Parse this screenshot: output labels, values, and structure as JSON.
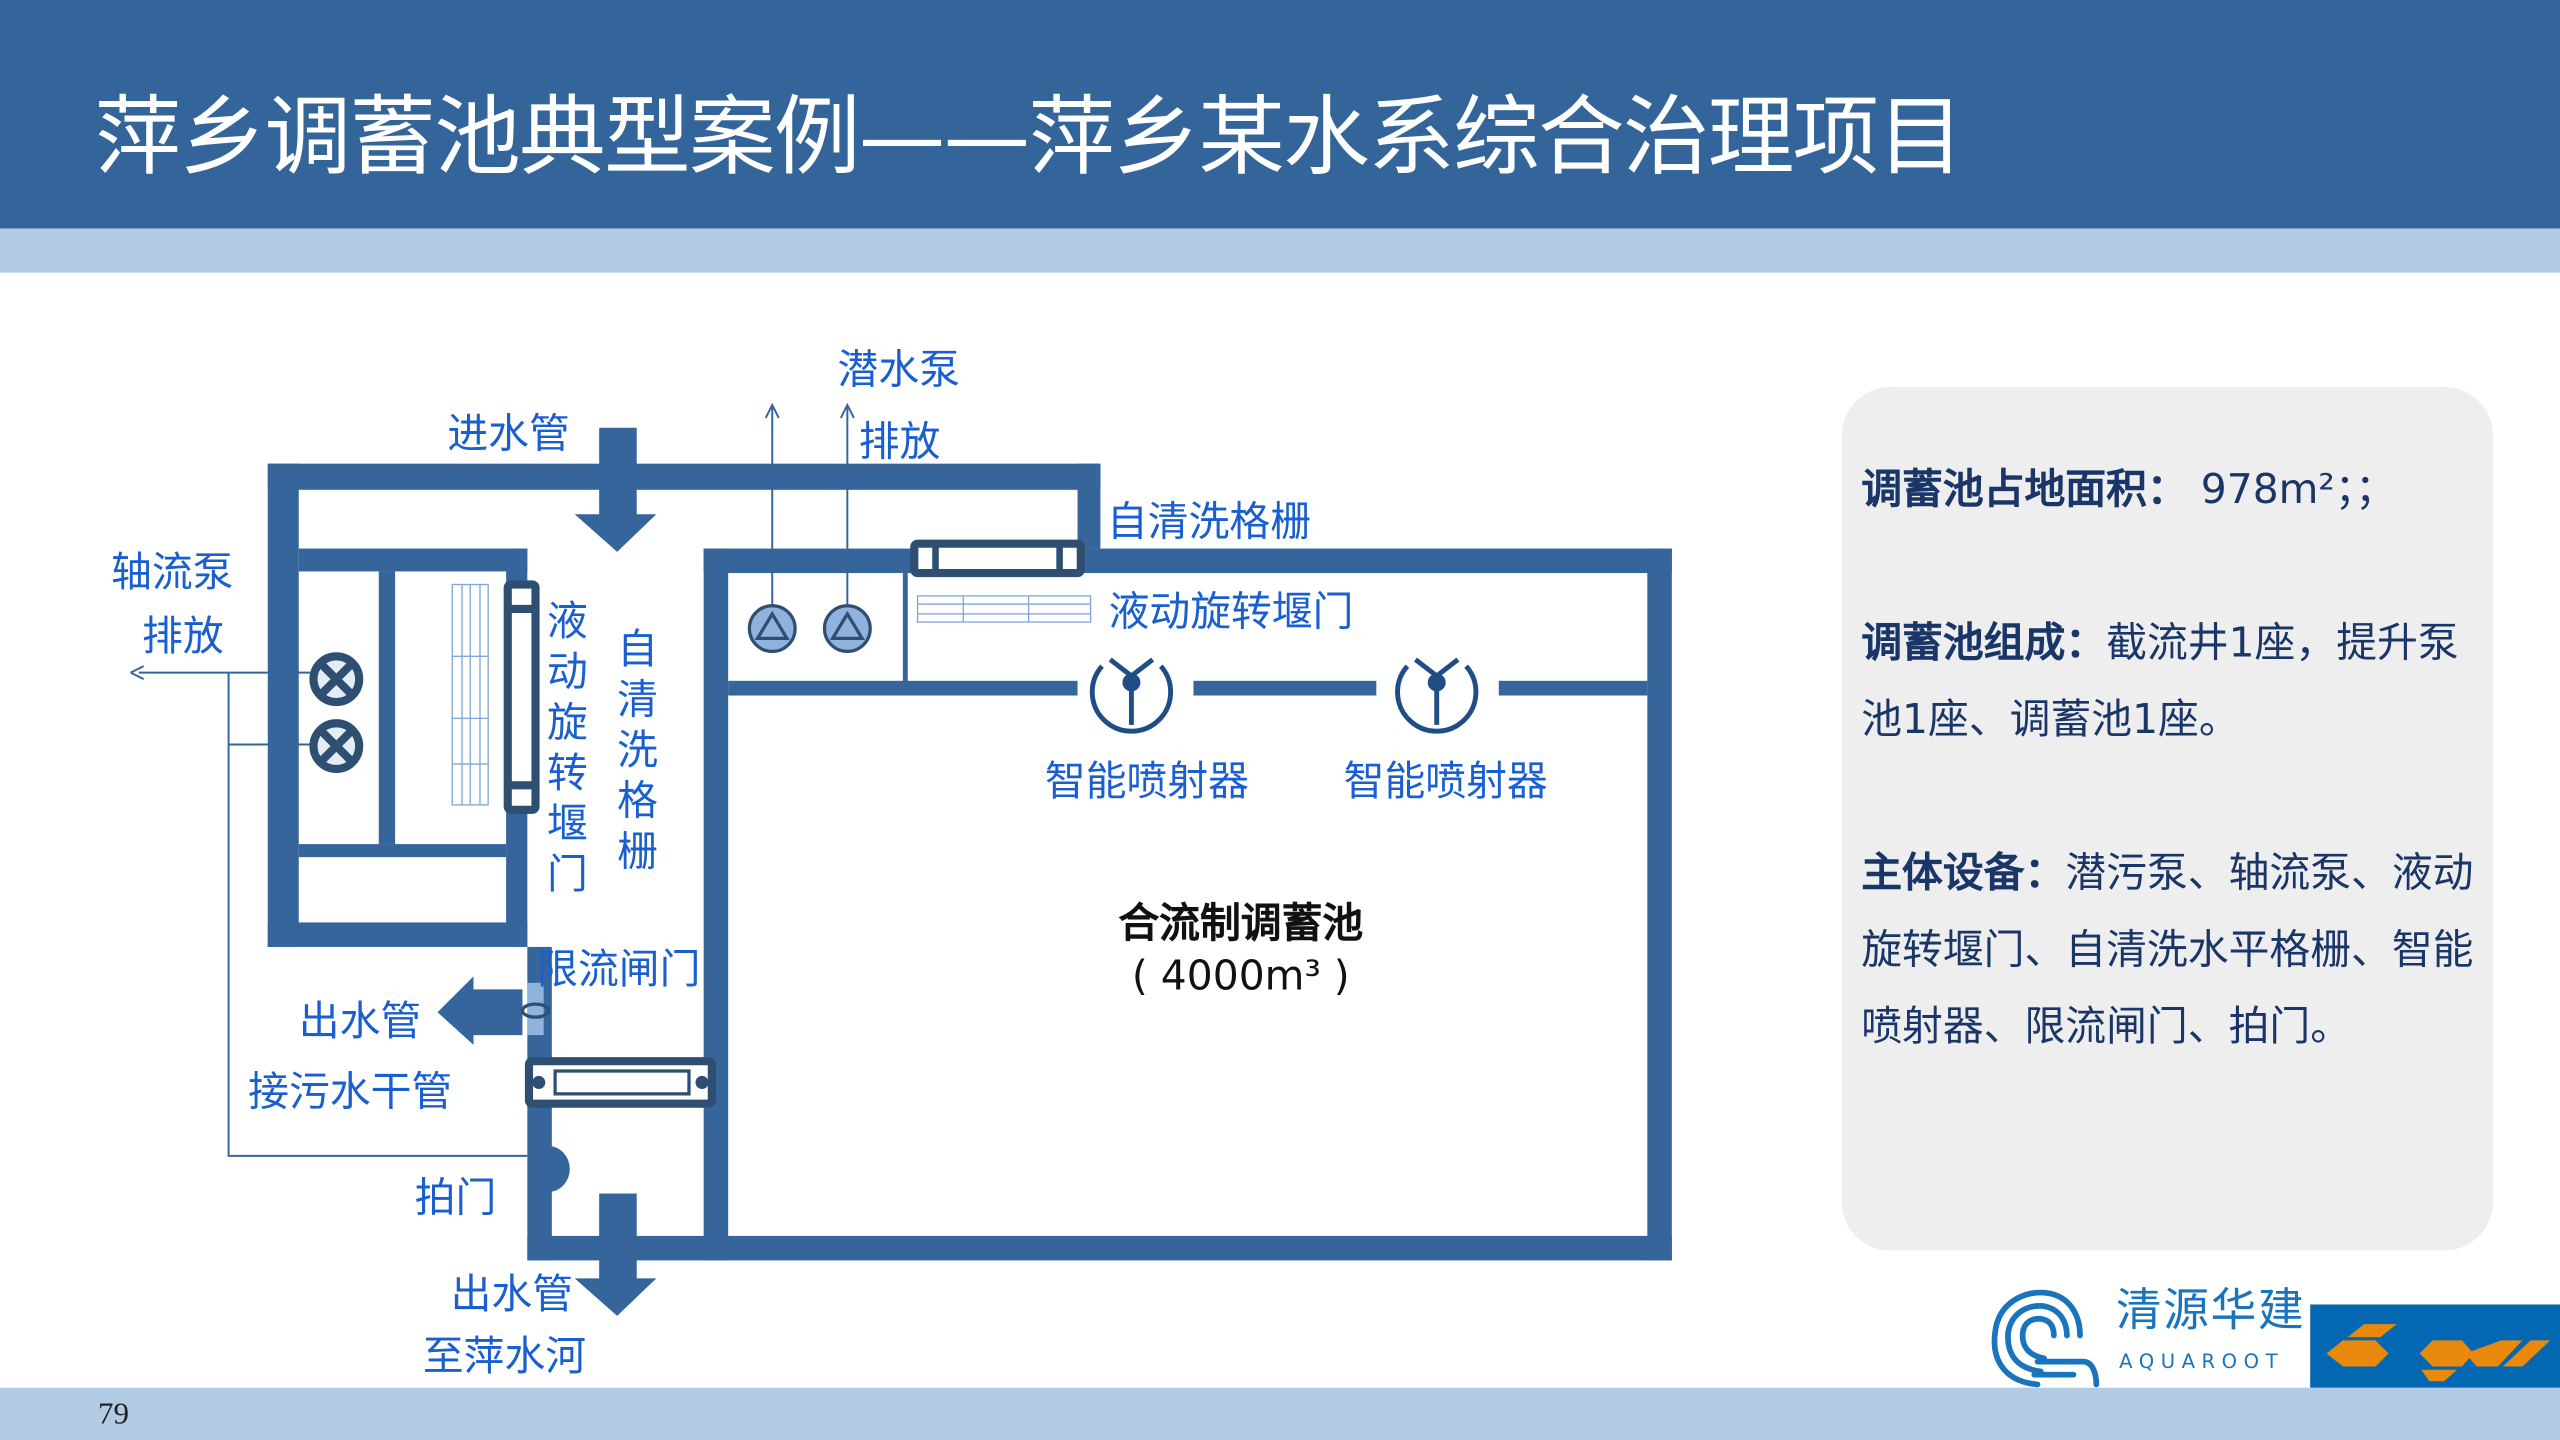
{
  "header": {
    "title": "萍乡调蓄池典型案例——萍乡某水系综合治理项目"
  },
  "page_number": "79",
  "diagram": {
    "labels": {
      "inlet_pipe": "进水管",
      "submersible_pump_discharge_1": "潜水泵",
      "submersible_pump_discharge_2": "排放",
      "self_cleaning_grille_top": "自清洗格栅",
      "hydraulic_weir_gate_top": "液动旋转堰门",
      "axial_pump_discharge_1": "轴流泵",
      "axial_pump_discharge_2": "排放",
      "hydraulic_weir_gate_vertical": "液动旋转堰门",
      "self_cleaning_grille_vertical": "自清洗格栅",
      "smart_ejector_1": "智能喷射器",
      "smart_ejector_2": "智能喷射器",
      "flow_limit_gate": "限流闸门",
      "outlet_pipe_left": "出水管",
      "sewage_main": "接污水干管",
      "flap_gate": "拍门",
      "outlet_pipe_bottom_1": "出水管",
      "outlet_pipe_bottom_2": "至萍水河",
      "tank_name": "合流制调蓄池",
      "tank_volume": "( 4000m³ )"
    }
  },
  "panel": {
    "area_label": "调蓄池占地面积：",
    "area_value": " 978m²；；",
    "composition_label": "调蓄池组成：",
    "composition_value": "截流井1座，提升泵池1座、调蓄池1座。",
    "equipment_label": "主体设备：",
    "equipment_value": "潜污泵、轴流泵、液动旋转堰门、自清洗水平格栅、智能喷射器、限流闸门、拍门。"
  },
  "logos": {
    "aquaroot_cn": "清源华建",
    "aquaroot_en": "AQUAROOT",
    "partner": "bgu"
  },
  "colors": {
    "header": "#34659a",
    "band": "#b1cbe4",
    "wall": "#35659a",
    "label": "#1a5fcf",
    "panel_text": "#1a3668"
  }
}
